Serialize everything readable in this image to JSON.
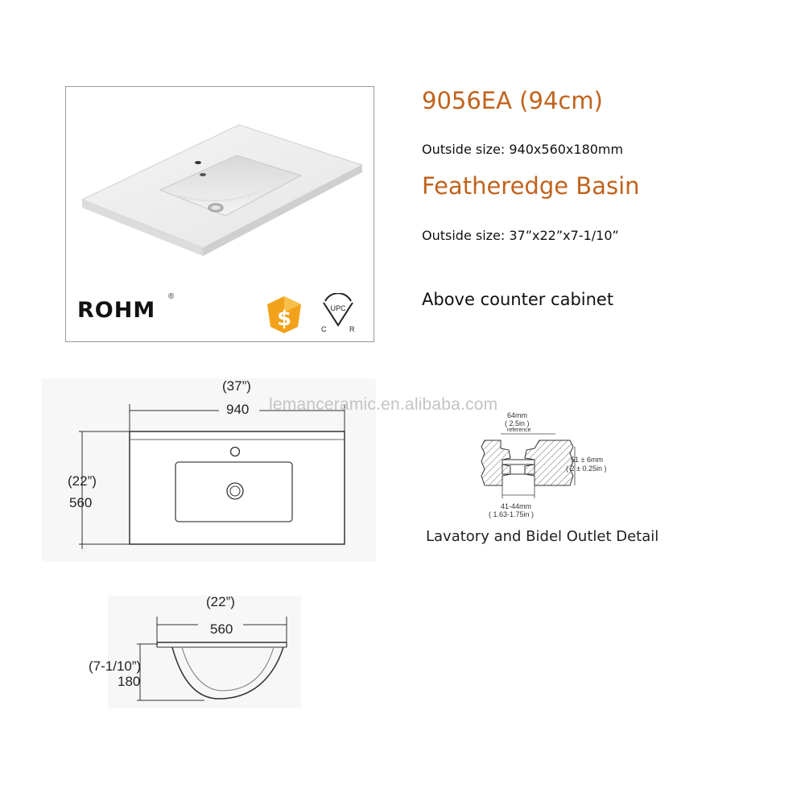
{
  "product": {
    "model_title": "9056EA (94cm)",
    "size_mm": "Outside size: 940x560x180mm",
    "name": "Featheredge Basin",
    "size_in": "Outside size: 37”x22”x7-1/10”",
    "install_type": "Above counter cabinet"
  },
  "photo": {
    "brand": "ROHM",
    "brand_reg": "®",
    "cert_logo_1": "dollar-shield-icon",
    "cert_logo_2": "upc-cert-icon",
    "cert_upc_text": "UPC",
    "cert_c": "C",
    "cert_r": "R"
  },
  "top_view": {
    "width_in": "(37”)",
    "width_mm": "940",
    "depth_in": "(22”)",
    "depth_mm": "560"
  },
  "side_view": {
    "width_in": "(22”)",
    "width_mm": "560",
    "height_in": "(7-1/10”)",
    "height_mm": "180"
  },
  "outlet_detail": {
    "top_mm": "64mm",
    "top_in": "( 2.5in )",
    "reference": "reference",
    "right_mm": "51 ± 6mm",
    "right_in": "( 2 ± 0.25in )",
    "bottom_mm": "41-44mm",
    "bottom_in": "( 1.63-1.75in )",
    "caption": "Lavatory and Bidel Outlet Detail"
  },
  "watermark": "lemanceramic.en.alibaba.com",
  "colors": {
    "accent": "#c1631d",
    "text": "#111111",
    "line": "#444444"
  }
}
